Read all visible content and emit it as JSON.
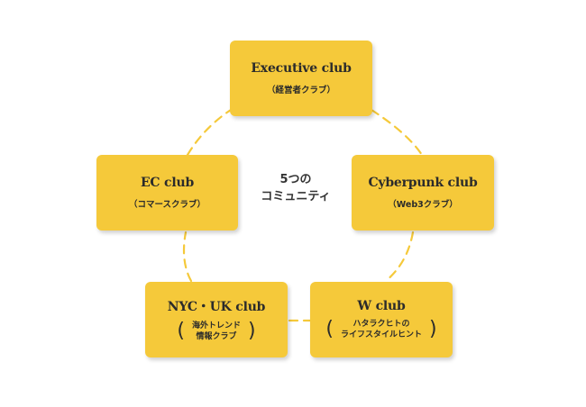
{
  "center": {
    "line1": "5つの",
    "line2": "コミュニティ"
  },
  "nodes": {
    "executive": {
      "title": "Executive club",
      "subtitle": "（経営者クラブ）"
    },
    "ec": {
      "title": "EC club",
      "subtitle": "（コマースクラブ）"
    },
    "cyberpunk": {
      "title": "Cyberpunk club",
      "subtitle": "（Web3クラブ）"
    },
    "nycuk": {
      "title": "NYC・UK club",
      "subtitle_lines": [
        "海外トレンド",
        "情報クラブ"
      ],
      "paren_open": "(",
      "paren_close": ")"
    },
    "w": {
      "title": "W club",
      "subtitle_lines": [
        "ハタラクヒトの",
        "ライフスタイルヒント"
      ],
      "paren_open": "(",
      "paren_close": ")"
    }
  },
  "colors": {
    "box_fill": "#F5C93A",
    "connector": "#F5C93A",
    "text": "#2b2b2b"
  }
}
